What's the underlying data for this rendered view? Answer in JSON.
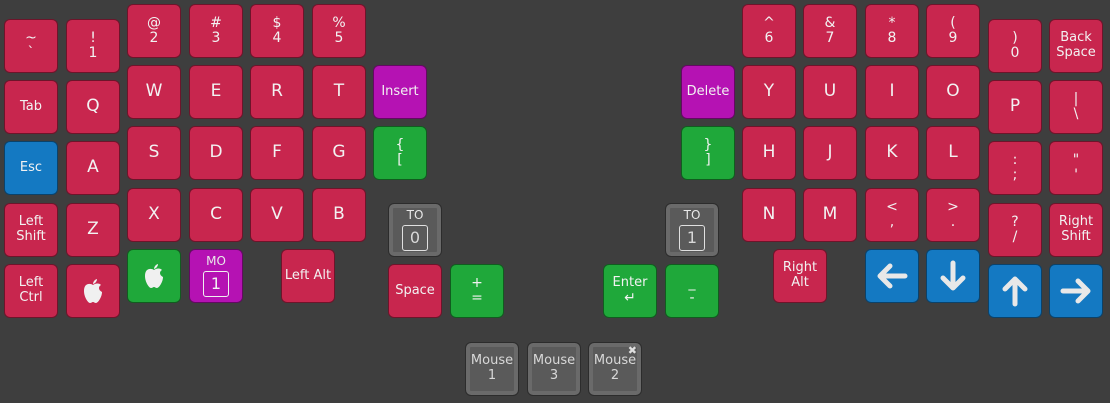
{
  "colors": {
    "background": "#3e3e3e",
    "red": "#c8264e",
    "green": "#1fa83a",
    "blue": "#1479c2",
    "purple": "#b512b3",
    "gray": "#5a5a5a"
  },
  "left": {
    "num": [
      {
        "shift": "~",
        "base": "`"
      },
      {
        "shift": "!",
        "base": "1"
      },
      {
        "shift": "@",
        "base": "2"
      },
      {
        "shift": "#",
        "base": "3"
      },
      {
        "shift": "$",
        "base": "4"
      },
      {
        "shift": "%",
        "base": "5"
      }
    ],
    "tab": "Tab",
    "top": [
      "Q",
      "W",
      "E",
      "R",
      "T"
    ],
    "insert": "Insert",
    "esc": "Esc",
    "home": [
      "A",
      "S",
      "D",
      "F",
      "G"
    ],
    "lbrace": {
      "shift": "{",
      "base": "["
    },
    "lshift": [
      "Left",
      "Shift"
    ],
    "bottom": [
      "Z",
      "X",
      "C",
      "V",
      "B"
    ],
    "to0": {
      "top": "TO",
      "layer": "0"
    },
    "lctrl": [
      "Left",
      "Ctrl"
    ],
    "apple_icon": "apple-icon",
    "mo1": {
      "top": "MO",
      "layer": "1"
    },
    "lalt": "Left Alt",
    "space": "Space",
    "plus": {
      "shift": "+",
      "base": "="
    }
  },
  "right": {
    "num": [
      {
        "shift": "^",
        "base": "6"
      },
      {
        "shift": "&",
        "base": "7"
      },
      {
        "shift": "*",
        "base": "8"
      },
      {
        "shift": "(",
        "base": "9"
      },
      {
        "shift": ")",
        "base": "0"
      }
    ],
    "backspace": [
      "Back",
      "Space"
    ],
    "delete": "Delete",
    "top": [
      "Y",
      "U",
      "I",
      "O",
      "P"
    ],
    "pipe": {
      "shift": "|",
      "base": "\\"
    },
    "rbrace": {
      "shift": "}",
      "base": "]"
    },
    "home": [
      "H",
      "J",
      "K",
      "L"
    ],
    "semicolon": {
      "shift": ":",
      "base": ";"
    },
    "quote": {
      "shift": "\"",
      "base": "'"
    },
    "to1": {
      "top": "TO",
      "layer": "1"
    },
    "bottom": [
      "N",
      "M"
    ],
    "comma": {
      "shift": "<",
      "base": ","
    },
    "period": {
      "shift": ">",
      "base": "."
    },
    "slash": {
      "shift": "?",
      "base": "/"
    },
    "rshift": [
      "Right",
      "Shift"
    ],
    "ralt": [
      "Right",
      "Alt"
    ],
    "enter": {
      "label": "Enter",
      "glyph": "↵"
    },
    "minus": {
      "shift": "_",
      "base": "-"
    },
    "arrows": [
      "left-arrow-icon",
      "down-arrow-icon",
      "up-arrow-icon",
      "right-arrow-icon"
    ]
  },
  "mouse": [
    {
      "label": "Mouse",
      "num": "1"
    },
    {
      "label": "Mouse",
      "num": "3"
    },
    {
      "label": "Mouse",
      "num": "2",
      "mark": "✖"
    }
  ]
}
